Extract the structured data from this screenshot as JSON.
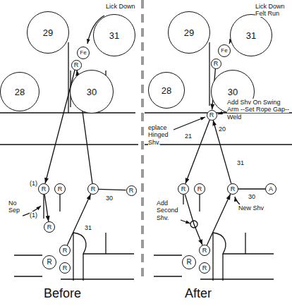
{
  "diagram": {
    "nodes": [
      {
        "text": [
          "29"
        ]
      },
      {
        "text": [
          "Fe"
        ]
      },
      {
        "text": [
          "31"
        ]
      },
      {
        "text": [
          "28"
        ]
      },
      {
        "text": [
          "30"
        ]
      },
      {
        "text": [
          "R"
        ]
      },
      {
        "text": [
          "R"
        ]
      },
      {
        "text": [
          "R"
        ]
      },
      {
        "text": [
          "R"
        ]
      },
      {
        "text": [
          "R"
        ]
      },
      {
        "text": [
          "R"
        ]
      },
      {
        "text": [
          "R"
        ]
      },
      {
        "text": [
          "R"
        ]
      },
      {
        "text": [
          "R"
        ]
      },
      {
        "text": [
          "29"
        ]
      },
      {
        "text": [
          "Fe"
        ]
      },
      {
        "text": [
          "31"
        ]
      },
      {
        "text": [
          "28"
        ]
      },
      {
        "text": [
          "30"
        ]
      },
      {
        "text": [
          "R"
        ]
      },
      {
        "text": [
          "R"
        ]
      },
      {
        "text": [
          "R"
        ]
      },
      {
        "text": [
          "R"
        ]
      },
      {
        "text": [
          "R"
        ]
      },
      {
        "text": [
          "A"
        ]
      },
      {
        "text": [
          "R"
        ]
      },
      {
        "text": [
          "R"
        ]
      },
      {
        "text": [
          "R"
        ]
      }
    ],
    "edges": [
      {
        "from": 5,
        "to": 6,
        "arrow": "to"
      },
      {
        "from": 6,
        "to": 10,
        "arrow": "to"
      },
      {
        "from": 11,
        "to": 8,
        "arrow": "to"
      },
      {
        "from": 8,
        "to": 5,
        "arrow": "to"
      },
      {
        "from": 8,
        "to": 9,
        "arrow": "none"
      },
      {
        "from": 19,
        "to": 20,
        "arrow": "to"
      },
      {
        "from": 20,
        "to": 21,
        "arrow": "to"
      },
      {
        "from": 21,
        "to": 25,
        "arrow": "to"
      },
      {
        "from": 25,
        "to": 23,
        "arrow": "to"
      },
      {
        "from": 23,
        "to": 20,
        "arrow": "to"
      },
      {
        "from": 23,
        "to": 24,
        "arrow": "none"
      }
    ],
    "labels": [
      "Lick Down",
      "No Sep",
      "(1)",
      "(1)",
      "30",
      "31",
      "Before",
      "Lick Down Felt Run",
      "eplace Hinged Shv.",
      "Add Shv On Swing Arm --Set Rope Gap--Weld",
      "20",
      "21",
      "New Shv",
      "30",
      "31",
      "Add Second Shv.",
      "After"
    ]
  }
}
